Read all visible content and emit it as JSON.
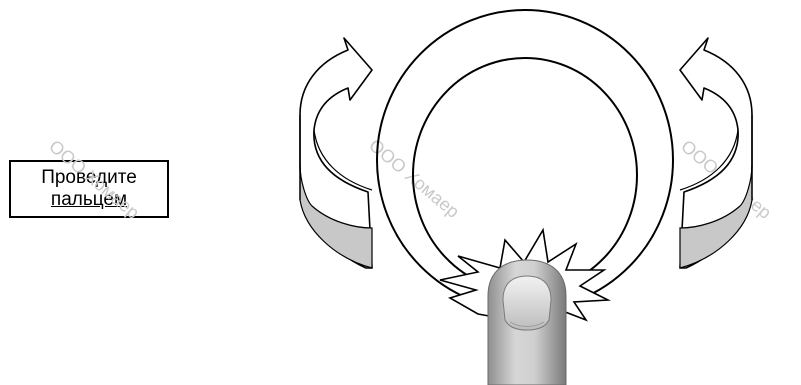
{
  "instruction": {
    "line1": "Проведите",
    "line2": "пальцем"
  },
  "watermarks": [
    "ООО Хомаер",
    "ООО Хомаер",
    "ООО Хомаер"
  ],
  "icons": {
    "left_arrow": "curved-arrow-counterclockwise-icon",
    "right_arrow": "curved-arrow-clockwise-icon",
    "ring": "touch-ring-icon",
    "finger": "fingertip-press-icon",
    "touch": "touch-burst-icon"
  },
  "colors": {
    "shade": "#c8c8c8",
    "finger_light": "#e0e0e0",
    "finger_dark": "#8f8f8f",
    "stroke": "#000000"
  }
}
